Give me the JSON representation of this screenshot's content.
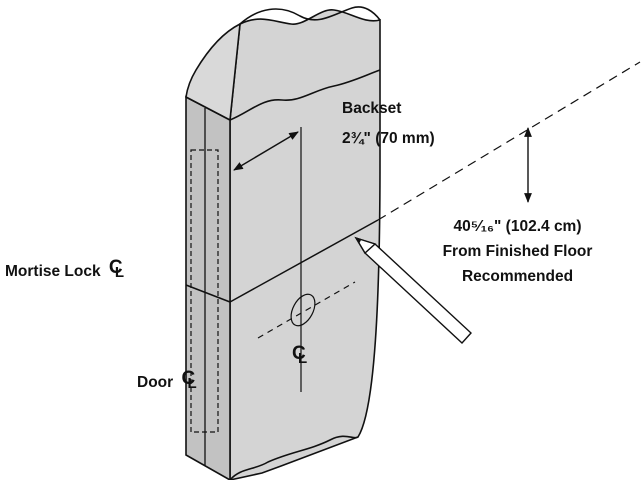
{
  "labels": {
    "backset_title": "Backset",
    "backset_value": "2¾\" (70 mm)",
    "height_value": "40⁵⁄₁₆\" (102.4 cm)",
    "height_line2": "From Finished Floor",
    "height_line3": "Recommended",
    "mortise_lock": "Mortise Lock",
    "door": "Door",
    "cl_c": "C",
    "cl_l": "L"
  },
  "colors": {
    "door_face": "#d4d4d4",
    "door_edge": "#c2c2c2",
    "line": "#111111",
    "background": "#ffffff"
  },
  "icons": {
    "centerline_symbol": "centerline-symbol-icon",
    "pencil": "pencil-icon",
    "arrow": "dimension-arrow-icon"
  }
}
